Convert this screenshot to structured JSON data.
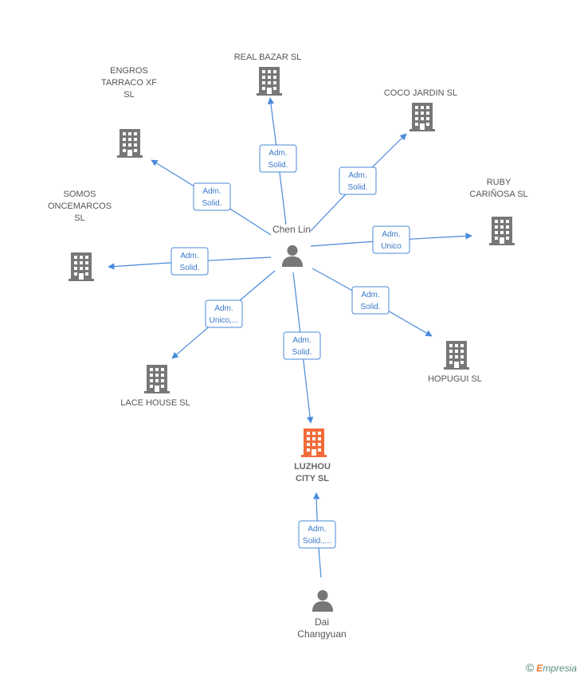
{
  "diagram": {
    "companies": [
      {
        "id": "real_bazar",
        "label_lines": [
          "REAL BAZAR SL"
        ],
        "highlight": false
      },
      {
        "id": "engros",
        "label_lines": [
          "ENGROS",
          "TARRACO XF",
          "SL"
        ],
        "highlight": false
      },
      {
        "id": "coco",
        "label_lines": [
          "COCO JARDIN SL"
        ],
        "highlight": false
      },
      {
        "id": "ruby",
        "label_lines": [
          "RUBY",
          "CARIÑOSA  SL"
        ],
        "highlight": false
      },
      {
        "id": "somos",
        "label_lines": [
          "SOMOS",
          "ONCEMARCOS",
          "SL"
        ],
        "highlight": false
      },
      {
        "id": "lace",
        "label_lines": [
          "LACE HOUSE SL"
        ],
        "highlight": false
      },
      {
        "id": "hopugui",
        "label_lines": [
          "HOPUGUI SL"
        ],
        "highlight": false
      },
      {
        "id": "luzhou",
        "label_lines": [
          "LUZHOU",
          "CITY SL"
        ],
        "highlight": true
      }
    ],
    "persons": [
      {
        "id": "chen",
        "label_lines": [
          "Chen Lin"
        ]
      },
      {
        "id": "dai",
        "label_lines": [
          "Dai",
          "Changyuan"
        ]
      }
    ],
    "relations": [
      {
        "from": "chen",
        "to": "real_bazar",
        "label_lines": [
          "Adm.",
          "Solid."
        ]
      },
      {
        "from": "chen",
        "to": "engros",
        "label_lines": [
          "Adm.",
          "Solid."
        ]
      },
      {
        "from": "chen",
        "to": "coco",
        "label_lines": [
          "Adm.",
          "Solid."
        ]
      },
      {
        "from": "chen",
        "to": "ruby",
        "label_lines": [
          "Adm.",
          "Unico"
        ]
      },
      {
        "from": "chen",
        "to": "somos",
        "label_lines": [
          "Adm.",
          "Solid."
        ]
      },
      {
        "from": "chen",
        "to": "lace",
        "label_lines": [
          "Adm.",
          "Unico,..."
        ]
      },
      {
        "from": "chen",
        "to": "hopugui",
        "label_lines": [
          "Adm.",
          "Solid."
        ]
      },
      {
        "from": "chen",
        "to": "luzhou",
        "label_lines": [
          "Adm.",
          "Solid."
        ]
      },
      {
        "from": "dai",
        "to": "luzhou",
        "label_lines": [
          "Adm.",
          "Solid.,..."
        ]
      }
    ],
    "colors": {
      "edge": "#4a8ad8",
      "building": "#777777",
      "highlight": "#f26b3a",
      "person": "#777777"
    }
  },
  "watermark": {
    "copyright": "©",
    "brand_initial": "E",
    "brand_rest": "mpresia"
  }
}
